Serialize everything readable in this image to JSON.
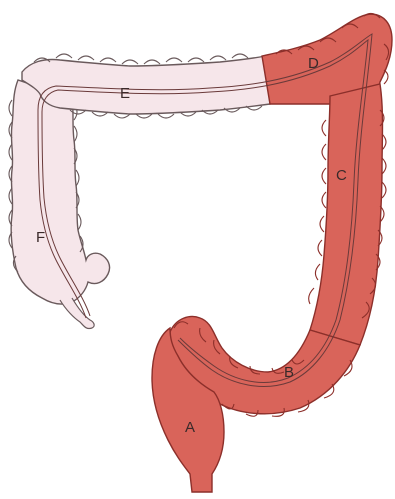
{
  "labels": {
    "a": "A",
    "b": "B",
    "c": "C",
    "d": "D",
    "e": "E",
    "f": "F"
  },
  "colors": {
    "diseased": "#d9645a",
    "diseased_edge": "#8c2f2a",
    "healthy": "#f6e6ea",
    "healthy_edge": "#6a5a5c",
    "lumen_line": "#6a3a3a"
  },
  "regions": {
    "diseased_segments": [
      "A",
      "B",
      "C",
      "D"
    ],
    "healthy_segments": [
      "E",
      "F"
    ]
  }
}
